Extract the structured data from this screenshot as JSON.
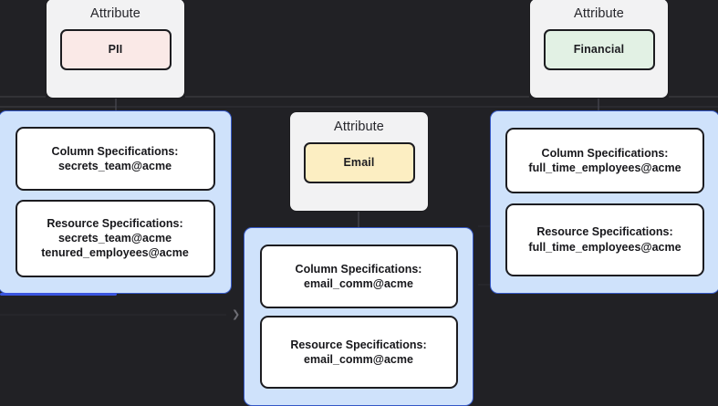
{
  "canvas": {
    "background_color": "#212125",
    "group_fill": "#cfe2fb",
    "group_border": "#3558c6",
    "card_fill": "#f2f2f3",
    "node_fill": "#ffffff",
    "selection_color": "#3a55e0"
  },
  "attributes": [
    {
      "title": "Attribute",
      "chip_label": "PII",
      "chip_color": "#fae9e7",
      "icon": "attribute-card-icon"
    },
    {
      "title": "Attribute",
      "chip_label": "Email",
      "chip_color": "#fceec2",
      "icon": "attribute-card-icon"
    },
    {
      "title": "Attribute",
      "chip_label": "Financial",
      "chip_color": "#e2f1e4",
      "icon": "attribute-card-icon"
    }
  ],
  "groups": [
    {
      "name": "pii-spec-group",
      "selected": true,
      "nodes": [
        {
          "heading": "Column Specifications:",
          "values": [
            "secrets_team@acme"
          ]
        },
        {
          "heading": "Resource Specifications:",
          "values": [
            "secrets_team@acme",
            "tenured_employees@acme"
          ]
        }
      ]
    },
    {
      "name": "email-spec-group",
      "selected": false,
      "nodes": [
        {
          "heading": "Column Specifications:",
          "values": [
            "email_comm@acme"
          ]
        },
        {
          "heading": "Resource Specifications:",
          "values": [
            "email_comm@acme"
          ]
        }
      ]
    },
    {
      "name": "financial-spec-group",
      "selected": false,
      "nodes": [
        {
          "heading": "Column Specifications:",
          "values": [
            "full_time_employees@acme"
          ]
        },
        {
          "heading": "Resource Specifications:",
          "values": [
            "full_time_employees@acme"
          ]
        }
      ]
    }
  ],
  "collapse_handle": {
    "icon": "chevron-right-icon",
    "glyph": "❯"
  }
}
